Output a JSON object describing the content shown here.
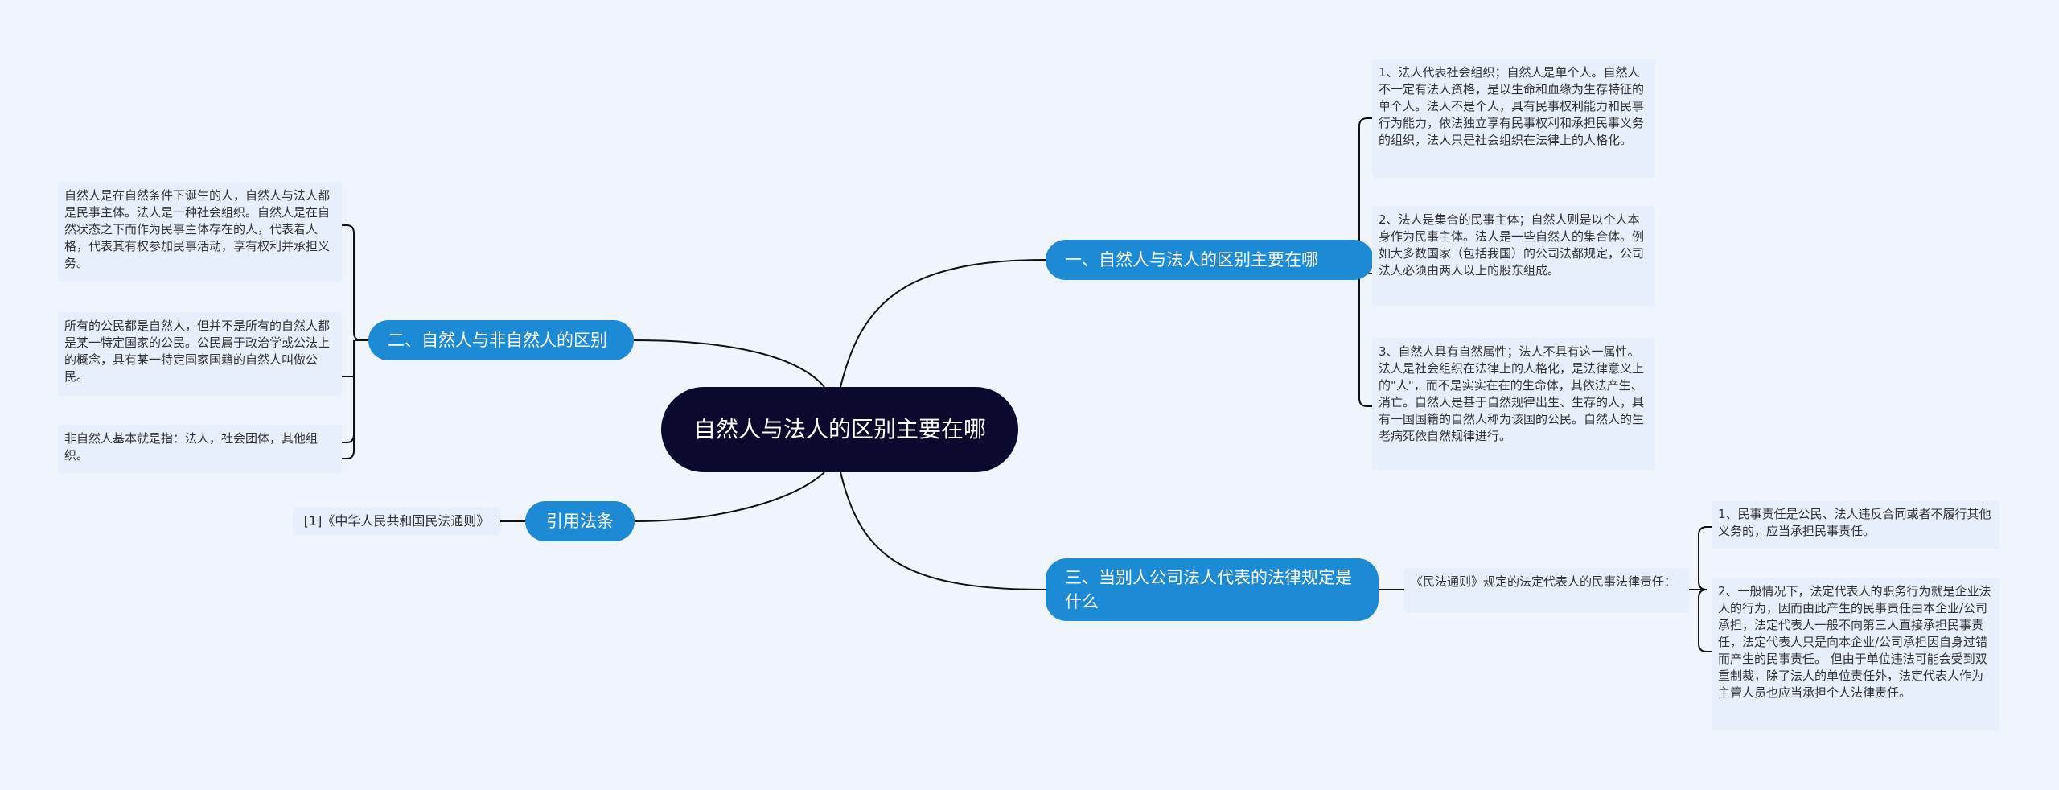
{
  "colors": {
    "background": "#f0f4fd",
    "root_fill": "#0b0a2e",
    "branch_fill": "#1d8ad6",
    "leaf_fill": "#e7eefc",
    "line": "#111111"
  },
  "root": {
    "label": "自然人与法人的区别主要在哪"
  },
  "branch1": {
    "label": "一、自然人与法人的区别主要在哪",
    "items": [
      "1、法人代表社会组织；自然人是单个人。自然人不一定有法人资格，是以生命和血缘为生存特征的单个人。法人不是个人，具有民事权利能力和民事行为能力，依法独立享有民事权利和承担民事义务的组织，法人只是社会组织在法律上的人格化。",
      "2、法人是集合的民事主体；自然人则是以个人本身作为民事主体。法人是一些自然人的集合体。例如大多数国家（包括我国）的公司法都规定，公司法人必须由两人以上的股东组成。",
      "3、自然人具有自然属性；法人不具有这一属性。法人是社会组织在法律上的人格化，是法律意义上的\"人\"，而不是实实在在的生命体，其依法产生、消亡。自然人是基于自然规律出生、生存的人，具有一国国籍的自然人称为该国的公民。自然人的生老病死依自然规律进行。"
    ]
  },
  "branch2": {
    "label": "二、自然人与非自然人的区别",
    "items": [
      "自然人是在自然条件下诞生的人，自然人与法人都是民事主体。法人是一种社会组织。自然人是在自然状态之下而作为民事主体存在的人，代表着人格，代表其有权参加民事活动，享有权利并承担义务。",
      "所有的公民都是自然人，但并不是所有的自然人都是某一特定国家的公民。公民属于政治学或公法上的概念，具有某一特定国家国籍的自然人叫做公民。",
      "非自然人基本就是指：法人，社会团体，其他组织。"
    ]
  },
  "branch3": {
    "label": "三、当别人公司法人代表的法律规定是什么",
    "sub": {
      "label": "《民法通则》规定的法定代表人的民事法律责任：",
      "items": [
        "1、民事责任是公民、法人违反合同或者不履行其他义务的，应当承担民事责任。",
        "2、一般情况下，法定代表人的职务行为就是企业法人的行为，因而由此产生的民事责任由本企业/公司承担，法定代表人一般不向第三人直接承担民事责任，法定代表人只是向本企业/公司承担因自身过错而产生的民事责任。 但由于单位违法可能会受到双重制裁，除了法人的单位责任外，法定代表人作为主管人员也应当承担个人法律责任。"
      ]
    }
  },
  "branch4": {
    "label": "引用法条",
    "items": [
      "[1]《中华人民共和国民法通则》"
    ]
  }
}
